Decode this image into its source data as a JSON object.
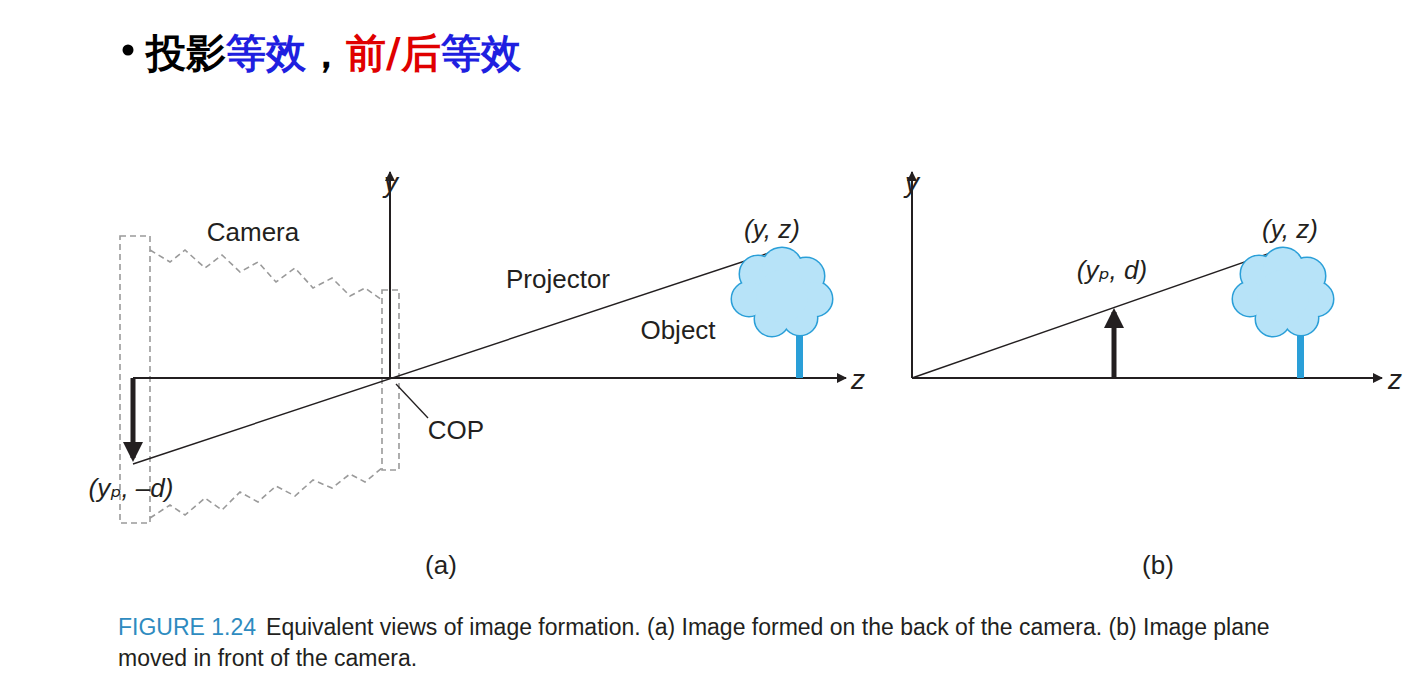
{
  "diagram": {
    "caption": "Equivalent views of image formation. (a) Image formed on the back of the camera. (b) Image plane moved in front of the camera.",
    "labels": [
      "投影",
      "等效",
      "，",
      "前/后",
      "等效",
      "y",
      "z",
      "Camera",
      "Projector",
      "(y, z)",
      "Object",
      "COP",
      "(yₚ, –d)",
      "(a)",
      "y",
      "(yₚ, d)",
      "(y, z)",
      "z",
      "(b)",
      "FIGURE 1.24"
    ]
  }
}
